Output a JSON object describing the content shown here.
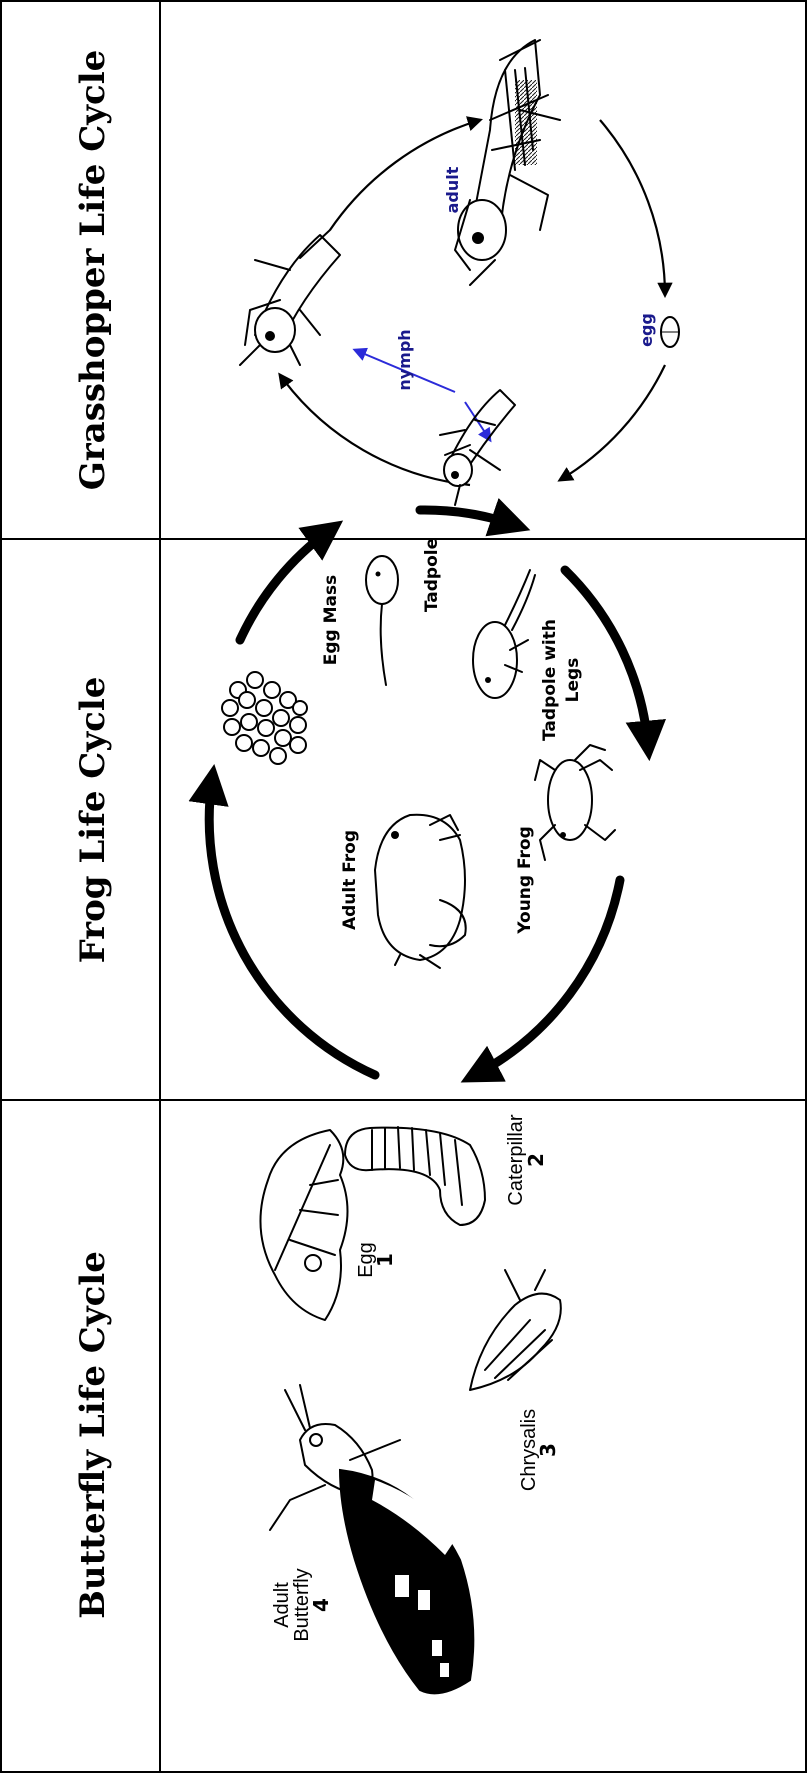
{
  "grasshopper": {
    "title": "Grasshopper Life Cycle",
    "stages": {
      "adult": "adult",
      "egg": "egg",
      "nymph": "nymph"
    }
  },
  "frog": {
    "title": "Frog Life Cycle",
    "stages": {
      "egg_mass": "Egg Mass",
      "tadpole": "Tadpole",
      "tadpole_legs_line1": "Tadpole with",
      "tadpole_legs_line2": "Legs",
      "young_frog": "Young Frog",
      "adult_frog": "Adult Frog"
    }
  },
  "butterfly": {
    "title": "Butterfly Life Cycle",
    "stages": {
      "egg": "Egg",
      "egg_num": "1",
      "caterpillar": "Caterpillar",
      "caterpillar_num": "2",
      "chrysalis": "Chrysalis",
      "chrysalis_num": "3",
      "adult_line1": "Adult",
      "adult_line2": "Butterfly",
      "adult_num": "4"
    }
  }
}
